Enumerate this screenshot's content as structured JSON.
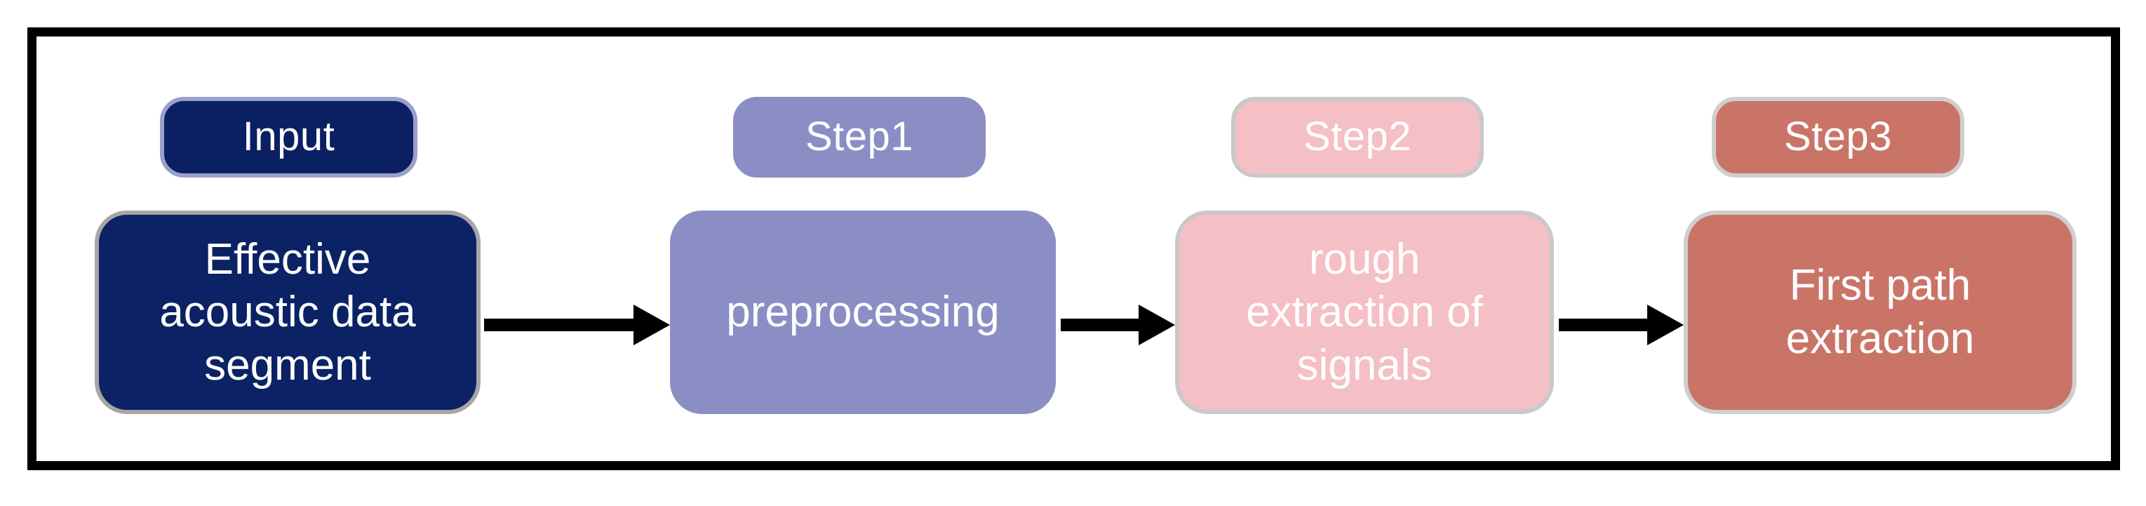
{
  "figure": {
    "type": "flowchart",
    "orientation": "left-to-right",
    "frame_border_color": "#000000",
    "background": "#ffffff",
    "arrow_color": "#000000"
  },
  "stages": [
    {
      "id": "input",
      "badge_label": "Input",
      "node_label": "Effective\nacoustic data\nsegment",
      "fill": "#0b2265",
      "badge_fill": "#0b1f63",
      "text_color": "#ffffff"
    },
    {
      "id": "step1",
      "badge_label": "Step1",
      "node_label": "preprocessing",
      "fill": "#8a8ec4",
      "badge_fill": "#8a8ec4",
      "text_color": "#ffffff"
    },
    {
      "id": "step2",
      "badge_label": "Step2",
      "node_label": "rough\nextraction of\nsignals",
      "fill": "#f4bfc5",
      "badge_fill": "#f4bfc5",
      "text_color": "#ffffff"
    },
    {
      "id": "step3",
      "badge_label": "Step3",
      "node_label": "First path\nextraction",
      "fill": "#ca7468",
      "badge_fill": "#ca7468",
      "text_color": "#ffffff"
    }
  ],
  "connectors": [
    {
      "id": "arrow-input-to-step1",
      "from": "input",
      "to": "step1",
      "glyph": "arrow-right-icon"
    },
    {
      "id": "arrow-step1-to-step2",
      "from": "step1",
      "to": "step2",
      "glyph": "arrow-right-icon"
    },
    {
      "id": "arrow-step2-to-step3",
      "from": "step2",
      "to": "step3",
      "glyph": "arrow-right-icon"
    }
  ]
}
